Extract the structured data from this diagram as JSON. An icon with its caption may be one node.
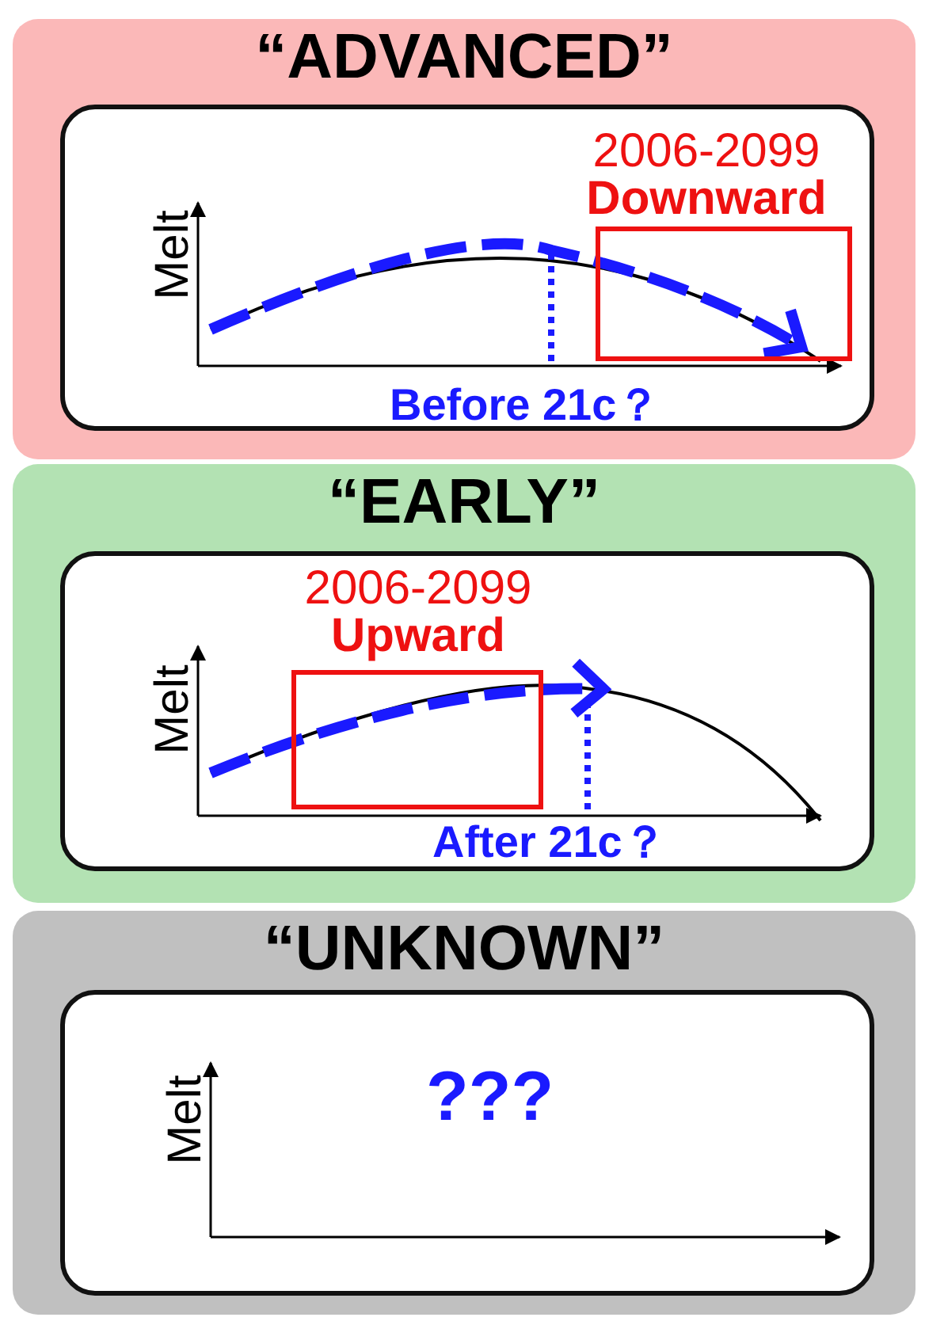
{
  "diagram": {
    "nodes": [
      {
        "text": [
          "“ADVANCED”"
        ]
      },
      {
        "text": [],
        "shape": "box",
        "in": 0
      },
      {
        "text": [
          "2006-2099",
          "Downward"
        ],
        "in": 1
      },
      {
        "text": [
          "“EARLY”"
        ]
      },
      {
        "text": [],
        "shape": "box",
        "in": 3
      },
      {
        "text": [
          "2006-2099",
          "Upward"
        ],
        "in": 4
      },
      {
        "text": [
          "“UNKNOWN”"
        ]
      },
      {
        "text": [],
        "shape": "box",
        "in": 6
      }
    ],
    "edges": [],
    "labels": [
      "Melt",
      "Before 21c？",
      "Melt",
      "After 21c？",
      "Melt",
      "???"
    ]
  }
}
